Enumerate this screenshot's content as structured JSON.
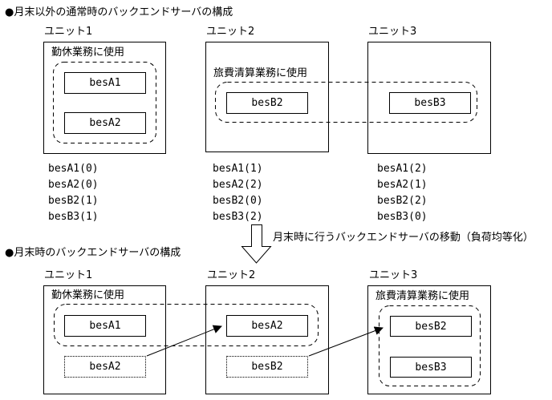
{
  "colors": {
    "ink": "#000000",
    "paper": "#ffffff"
  },
  "top_section": {
    "title": "●月末以外の通常時のバックエンドサーバの構成",
    "units": [
      {
        "name": "ユニット1",
        "business": "勤休業務に使用",
        "servers": [
          "besA1",
          "besA2"
        ],
        "counts": [
          "besA1(0)",
          "besA2(0)",
          "besB2(1)",
          "besB3(1)"
        ]
      },
      {
        "name": "ユニット2",
        "business": "旅費清算業務に使用",
        "servers": [
          "besB2"
        ],
        "counts": [
          "besA1(1)",
          "besA2(2)",
          "besB2(0)",
          "besB3(2)"
        ]
      },
      {
        "name": "ユニット3",
        "business": "",
        "servers": [
          "besB3"
        ],
        "counts": [
          "besA1(2)",
          "besA2(1)",
          "besB2(2)",
          "besB3(0)"
        ]
      }
    ]
  },
  "transition": {
    "label": "月末時に行うバックエンドサーバの移動（負荷均等化）"
  },
  "bottom_section": {
    "title": "●月末時のバックエンドサーバの構成",
    "units": [
      {
        "name": "ユニット1",
        "business": "勤休業務に使用",
        "servers": [
          "besA1",
          "besA2"
        ],
        "moved_out": "besA2"
      },
      {
        "name": "ユニット2",
        "business": "",
        "servers": [
          "besA2",
          "besB2"
        ],
        "moved_out": "besB2"
      },
      {
        "name": "ユニット3",
        "business": "旅費清算業務に使用",
        "servers": [
          "besB2",
          "besB3"
        ]
      }
    ]
  }
}
